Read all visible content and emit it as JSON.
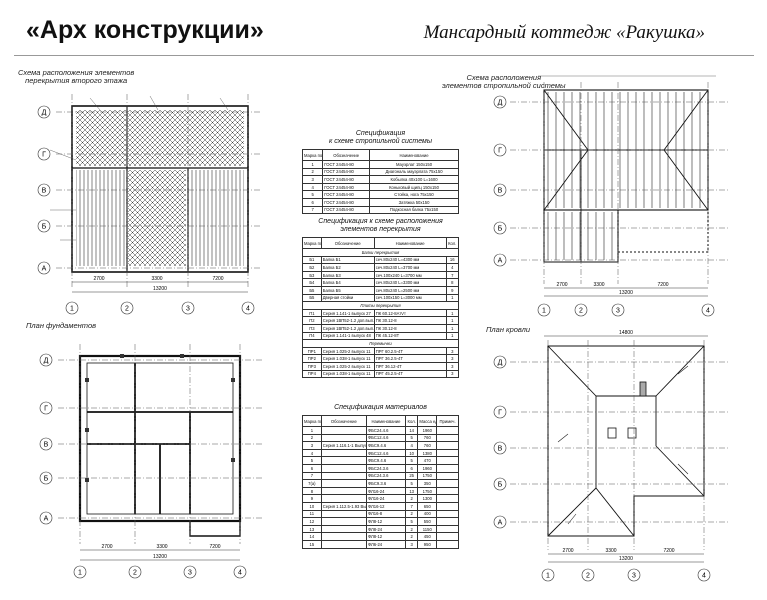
{
  "header": {
    "brand": "«Арх конструкции»",
    "project": "Мансардный коттедж «Ракушка»"
  },
  "floor_framing": {
    "caption": "Схема расположения элементов\nперекрытия второго этажа",
    "axes_h": [
      "1",
      "2",
      "3",
      "4"
    ],
    "axes_v": [
      "Д",
      "Г",
      "В",
      "Б",
      "А"
    ],
    "dims": [
      "2700",
      "3300",
      "7200",
      "13200"
    ]
  },
  "rafter_system": {
    "caption": "Схема расположения\nэлементов стропильной системы",
    "axes_h": [
      "1",
      "2",
      "3",
      "4"
    ],
    "axes_v": [
      "Д",
      "Г",
      "В",
      "Б",
      "А"
    ],
    "dims": [
      "2700",
      "3300",
      "7200",
      "13200"
    ]
  },
  "foundation_plan": {
    "caption": "План фундаментов",
    "axes_h": [
      "1",
      "2",
      "3",
      "4"
    ],
    "axes_v": [
      "Д",
      "Г",
      "В",
      "Б",
      "А"
    ],
    "dims": [
      "2700",
      "3300",
      "7200",
      "13200"
    ]
  },
  "roof_plan": {
    "caption": "План кровли",
    "axes_h": [
      "1",
      "2",
      "3",
      "4"
    ],
    "axes_v": [
      "Д",
      "Г",
      "В",
      "Б",
      "А"
    ],
    "dims": [
      "2700",
      "3300",
      "7200",
      "13200"
    ],
    "top_dim": "14800"
  },
  "spec_rafters": {
    "title": "Спецификация\nк схеме стропильной системы",
    "headers": [
      "Марка поз.",
      "Обозначение",
      "Наименование"
    ],
    "rows": [
      [
        "1",
        "ГОСТ 24454-80",
        "Мауэрлат 150х150"
      ],
      [
        "2",
        "ГОСТ 24454-80",
        "Диагональ мауэрлата 75х150"
      ],
      [
        "3",
        "ГОСТ 24454-80",
        "Кобылка 40х100   L=1600"
      ],
      [
        "4",
        "ГОСТ 24454-80",
        "Коньковый щипц 150х150"
      ],
      [
        "5",
        "ГОСТ 24454-80",
        "Стойка, нога 75х150"
      ],
      [
        "6",
        "ГОСТ 24454-80",
        "Затяжка 50х150"
      ],
      [
        "7",
        "ГОСТ 24454-80",
        "Подкосная балка 75х150"
      ]
    ]
  },
  "spec_floor": {
    "title": "Спецификация к схеме расположения\nэлементов перекрытия",
    "headers": [
      "Марка поз.",
      "Обозначение",
      "Наименование",
      "Кол."
    ],
    "section1": "Балки перекрытия",
    "rows1": [
      [
        "Б1",
        "Балка Б1",
        "сеч.80х240    L=4300 мм",
        "16"
      ],
      [
        "Б2",
        "Балка Б2",
        "сеч.80х240    L=3700 мм",
        "4"
      ],
      [
        "Б3",
        "Балка Б3",
        "сеч.100х240   L=3700 мм",
        "7"
      ],
      [
        "Б4",
        "Балка Б4",
        "сеч.80х240    L=3300 мм",
        "8"
      ],
      [
        "Б5",
        "Балка Б5",
        "сеч.80х240    L=2500 мм",
        "9"
      ],
      [
        "Б5",
        "Дверная стойки",
        "сеч.100х150   L=3000 мм",
        "1"
      ]
    ],
    "section2": "Плиты перекрытия",
    "rows2": [
      [
        "П1",
        "Серия 1.141-1 выпуск 27",
        "ПК 60.12-8АтVт",
        "1"
      ],
      [
        "П2",
        "Серия 1ВП52-1.2 доп.вып.",
        "ПК 30.12-8",
        "1"
      ],
      [
        "П3",
        "Серия 1ВП52-1.2 доп.вып.",
        "ПК 30.12-8",
        "1"
      ],
      [
        "П4",
        "Серия 1.141-1 выпуск 48",
        "ПК 45.12-8Т",
        "1"
      ]
    ],
    "section3": "Перемычки",
    "rows3": [
      [
        "ПР1",
        "Серия 1.025-2 выпуск 11",
        "ПРГ 60.2.5-4Т",
        "3"
      ],
      [
        "ПР2",
        "Серия 1.038-1 выпуск 11",
        "ПРГ 36.2.5-4Т",
        "3"
      ],
      [
        "ПР3",
        "Серия 1.025-2 выпуск 11",
        "ПРГ 36.12-4Т",
        "3"
      ],
      [
        "ПР4",
        "Серия 1.038-1 выпуск 11",
        "ПРГ 45.2.5-4Т",
        "3"
      ]
    ]
  },
  "spec_materials": {
    "title": "Спецификация материалов",
    "headers": [
      "Марка поз.",
      "Обозначение",
      "Наименование",
      "Кол.",
      "Масса ед. кг",
      "Примеч."
    ],
    "rows": [
      [
        "1",
        "",
        "ФБС24.4.6",
        "14",
        "1960",
        ""
      ],
      [
        "2",
        "",
        "ФБС12.4.6",
        "5",
        "760",
        ""
      ],
      [
        "3",
        "Серия 1.116.1-1 Выпуск 1/96",
        "ФБС9.4.6",
        "4",
        "760",
        ""
      ],
      [
        "4",
        "",
        "ФБС12.4.6",
        "10",
        "1380",
        ""
      ],
      [
        "5",
        "",
        "ФБС9.4.6",
        "5",
        "470",
        ""
      ],
      [
        "6",
        "",
        "ФБС24.3.6",
        "6",
        "1960",
        ""
      ],
      [
        "7",
        "",
        "ФБС24.3.6",
        "25",
        "1750",
        ""
      ],
      [
        "7(а)",
        "",
        "ФБС9.3.6",
        "5",
        "350",
        ""
      ],
      [
        "8",
        "",
        "ФЛ16-24",
        "13",
        "1750",
        ""
      ],
      [
        "9",
        "",
        "ФЛ16-24",
        "2",
        "1300",
        ""
      ],
      [
        "10",
        "Серия 1.112.5-1.93 Выпуск 1-1.2",
        "ФЛ16-12",
        "7",
        "650",
        ""
      ],
      [
        "11",
        "",
        "ФЛ16-8",
        "2",
        "400",
        ""
      ],
      [
        "12",
        "",
        "ФЛ8-12",
        "5",
        "550",
        ""
      ],
      [
        "13",
        "",
        "ФЛ8-24",
        "2",
        "1150",
        ""
      ],
      [
        "14",
        "",
        "ФЛ8-12",
        "2",
        "450",
        ""
      ],
      [
        "15",
        "",
        "ФЛ6-24",
        "3",
        "950",
        ""
      ]
    ]
  }
}
